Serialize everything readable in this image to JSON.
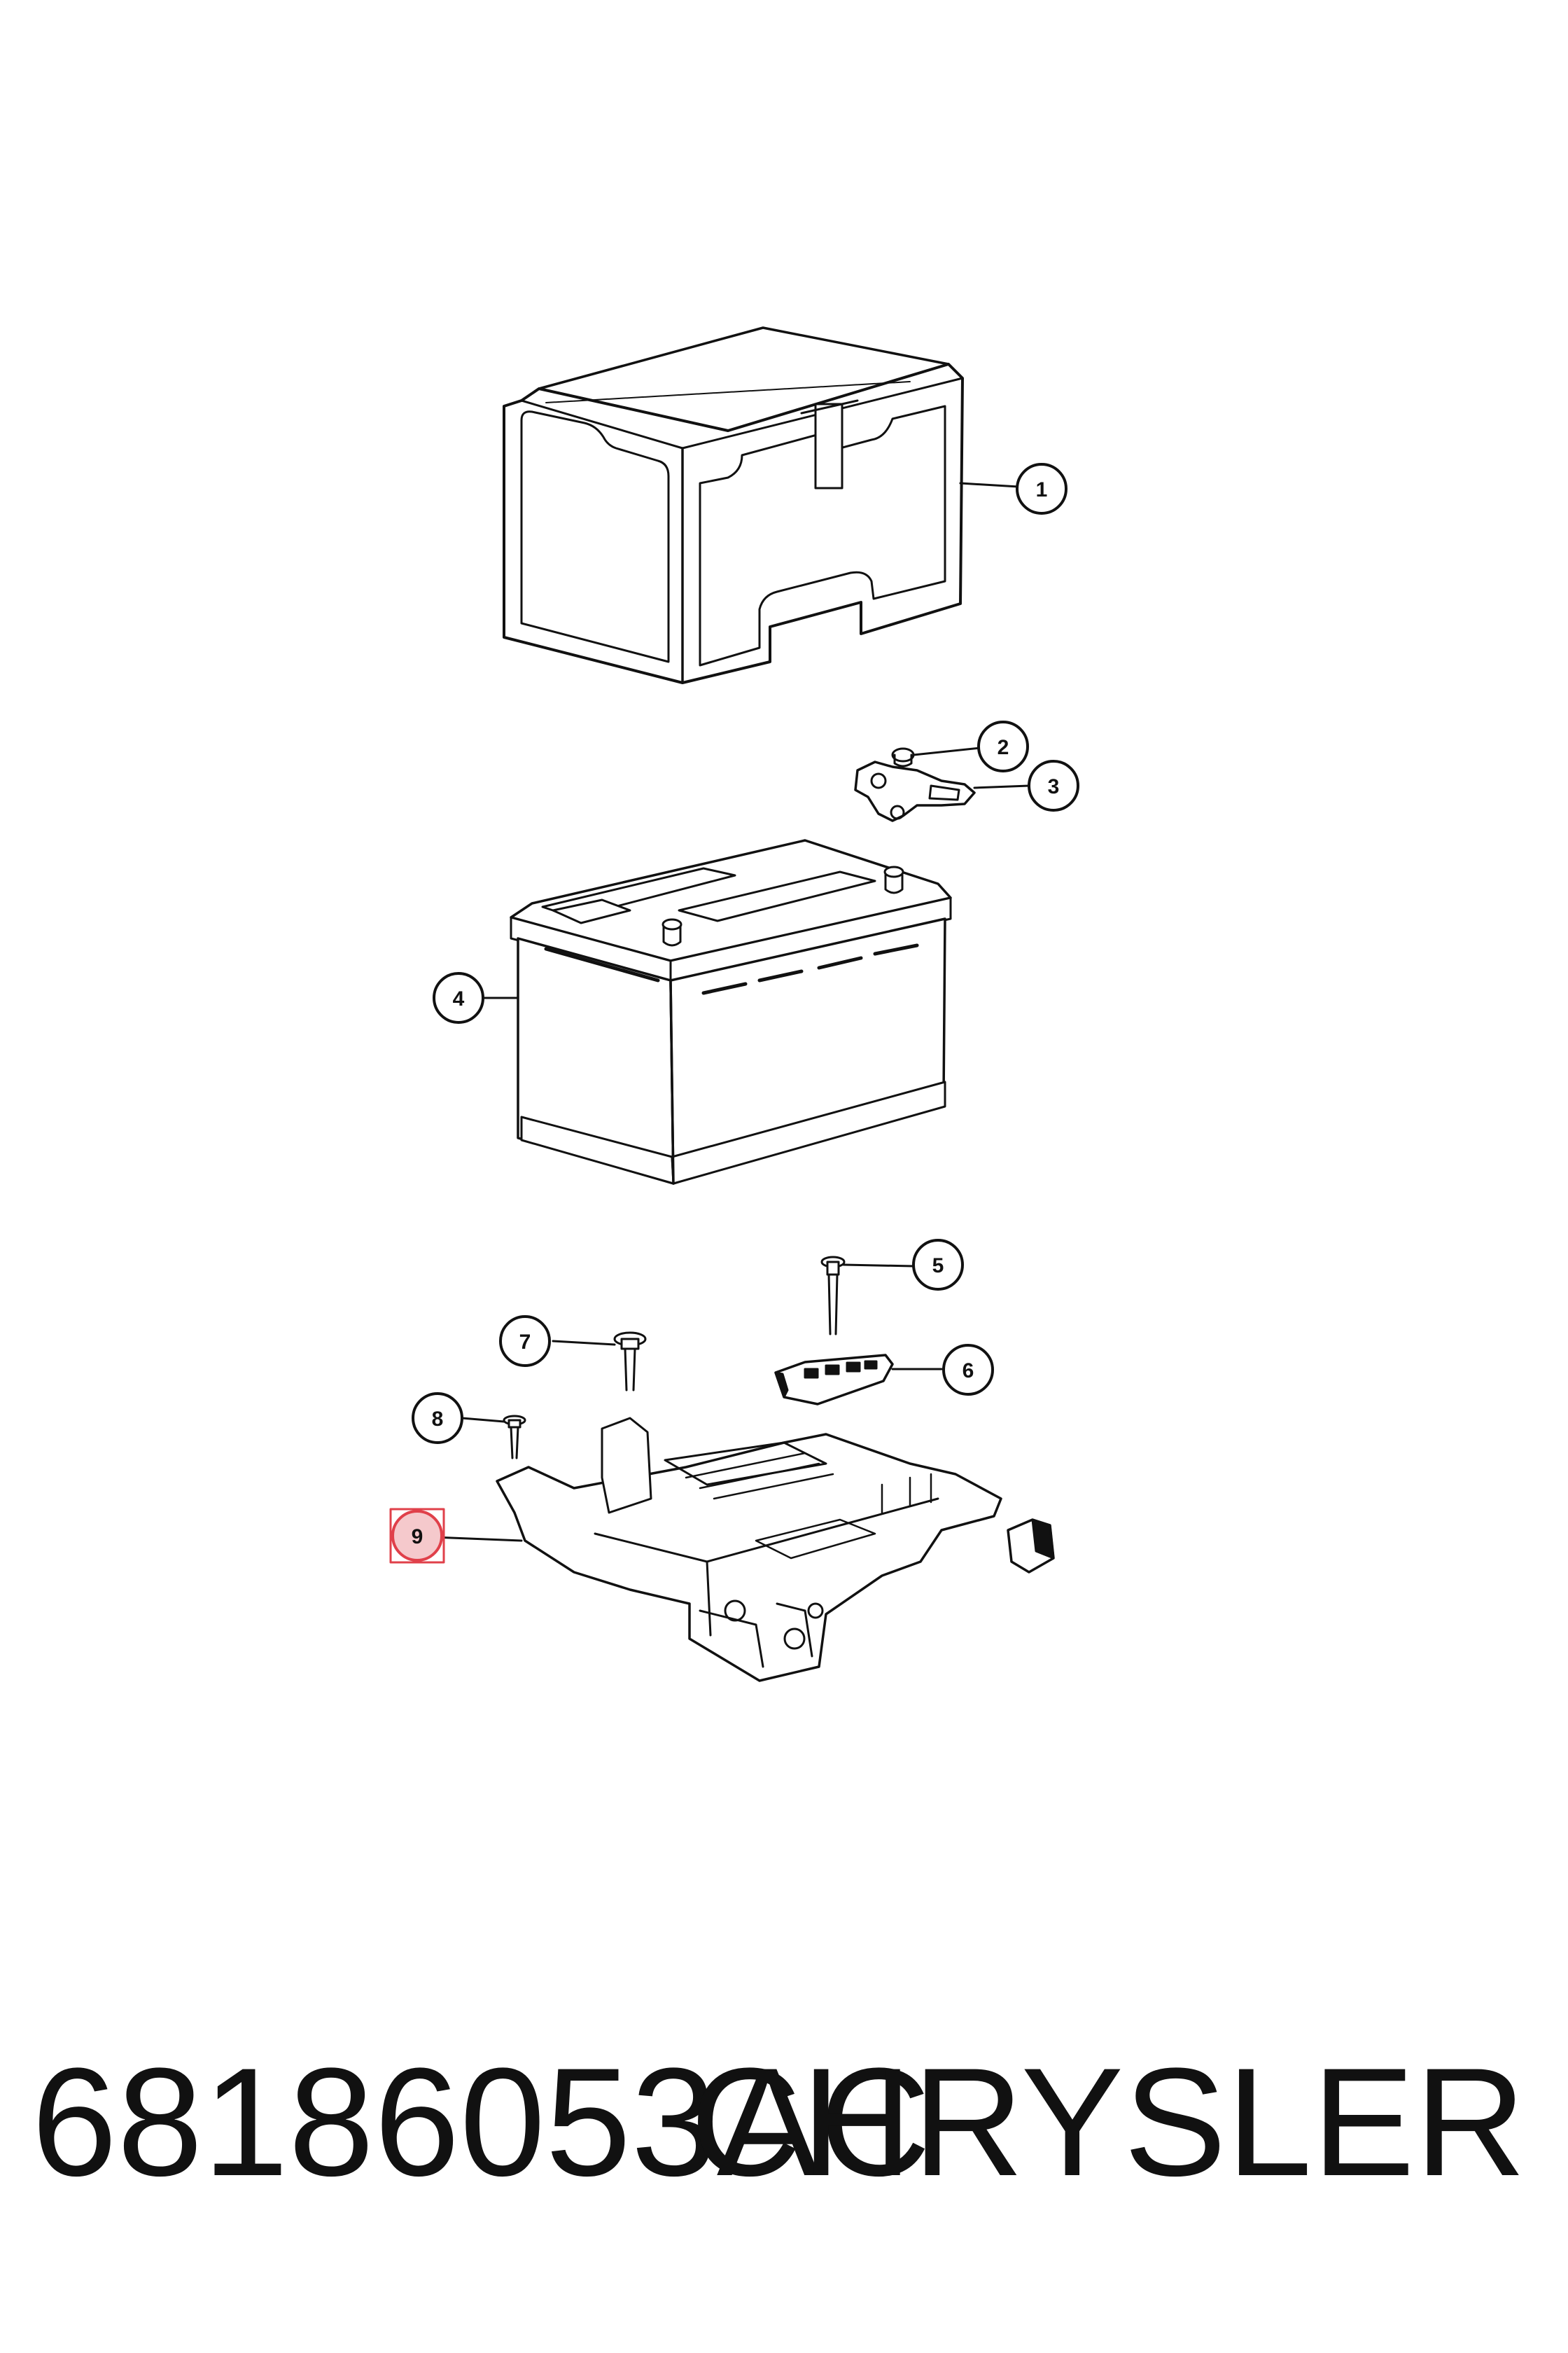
{
  "callouts": [
    {
      "label": "1",
      "part": "battery-cover"
    },
    {
      "label": "2",
      "part": "terminal-nut"
    },
    {
      "label": "3",
      "part": "battery-terminal-clamp"
    },
    {
      "label": "4",
      "part": "battery"
    },
    {
      "label": "5",
      "part": "hold-down-bolt"
    },
    {
      "label": "6",
      "part": "hold-down-clamp"
    },
    {
      "label": "7",
      "part": "tray-bolt"
    },
    {
      "label": "8",
      "part": "tray-screw"
    },
    {
      "label": "9",
      "part": "battery-tray",
      "highlighted": true
    }
  ],
  "highlight_color": "#e0404a",
  "footer": {
    "part_number": "68186053AC",
    "brand": "CHRYSLER"
  }
}
